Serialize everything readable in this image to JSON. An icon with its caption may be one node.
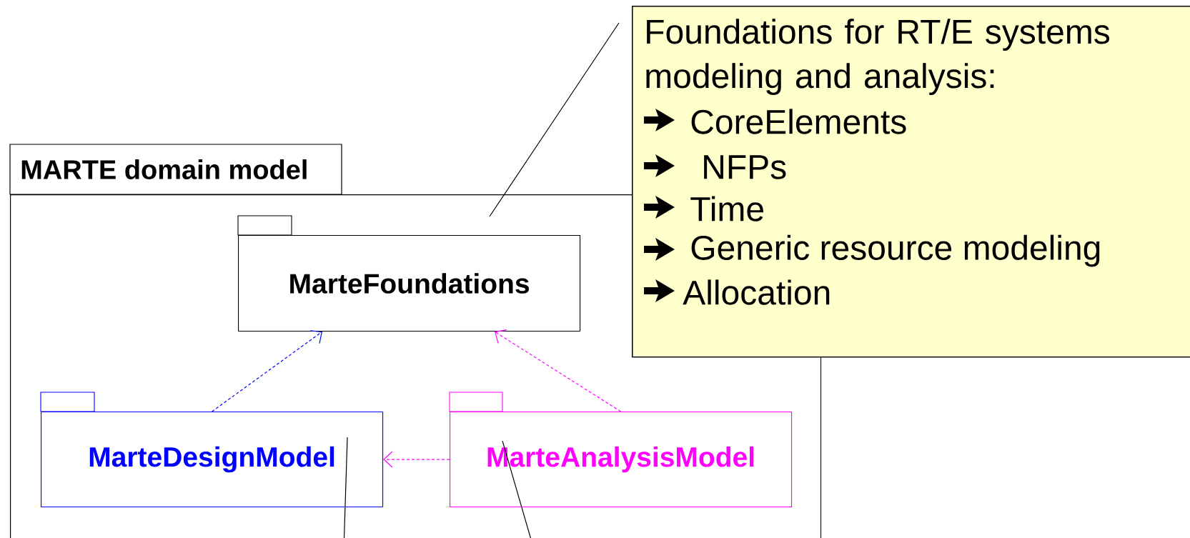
{
  "diagram": {
    "nodes": [
      {
        "text": [
          "MARTE domain model"
        ]
      },
      {
        "text": [
          "MarteFoundations"
        ],
        "in": 0
      },
      {
        "text": [
          "MarteDesignModel"
        ],
        "in": 0
      },
      {
        "text": [
          "MarteAnalysisModel"
        ],
        "in": 0
      },
      {
        "text": [
          "Foundations for RT/E systems modeling and analysis:",
          "CoreElements",
          "NFPs",
          "Time",
          "Generic resource modeling",
          "Allocation"
        ]
      }
    ],
    "edges": [
      {
        "from": 2,
        "to": 1,
        "arrow": "to",
        "style": "dashed",
        "color": "#0000ff"
      },
      {
        "from": 3,
        "to": 1,
        "arrow": "to",
        "style": "dashed",
        "color": "#ff00ff"
      },
      {
        "from": 3,
        "to": 2,
        "arrow": "to",
        "style": "dashed",
        "color": "#ff00ff"
      },
      {
        "from": 4,
        "to": 1,
        "arrow": "none"
      },
      {
        "from": null,
        "to": 2,
        "arrow": "none"
      },
      {
        "from": null,
        "to": 3,
        "arrow": "none"
      }
    ]
  }
}
